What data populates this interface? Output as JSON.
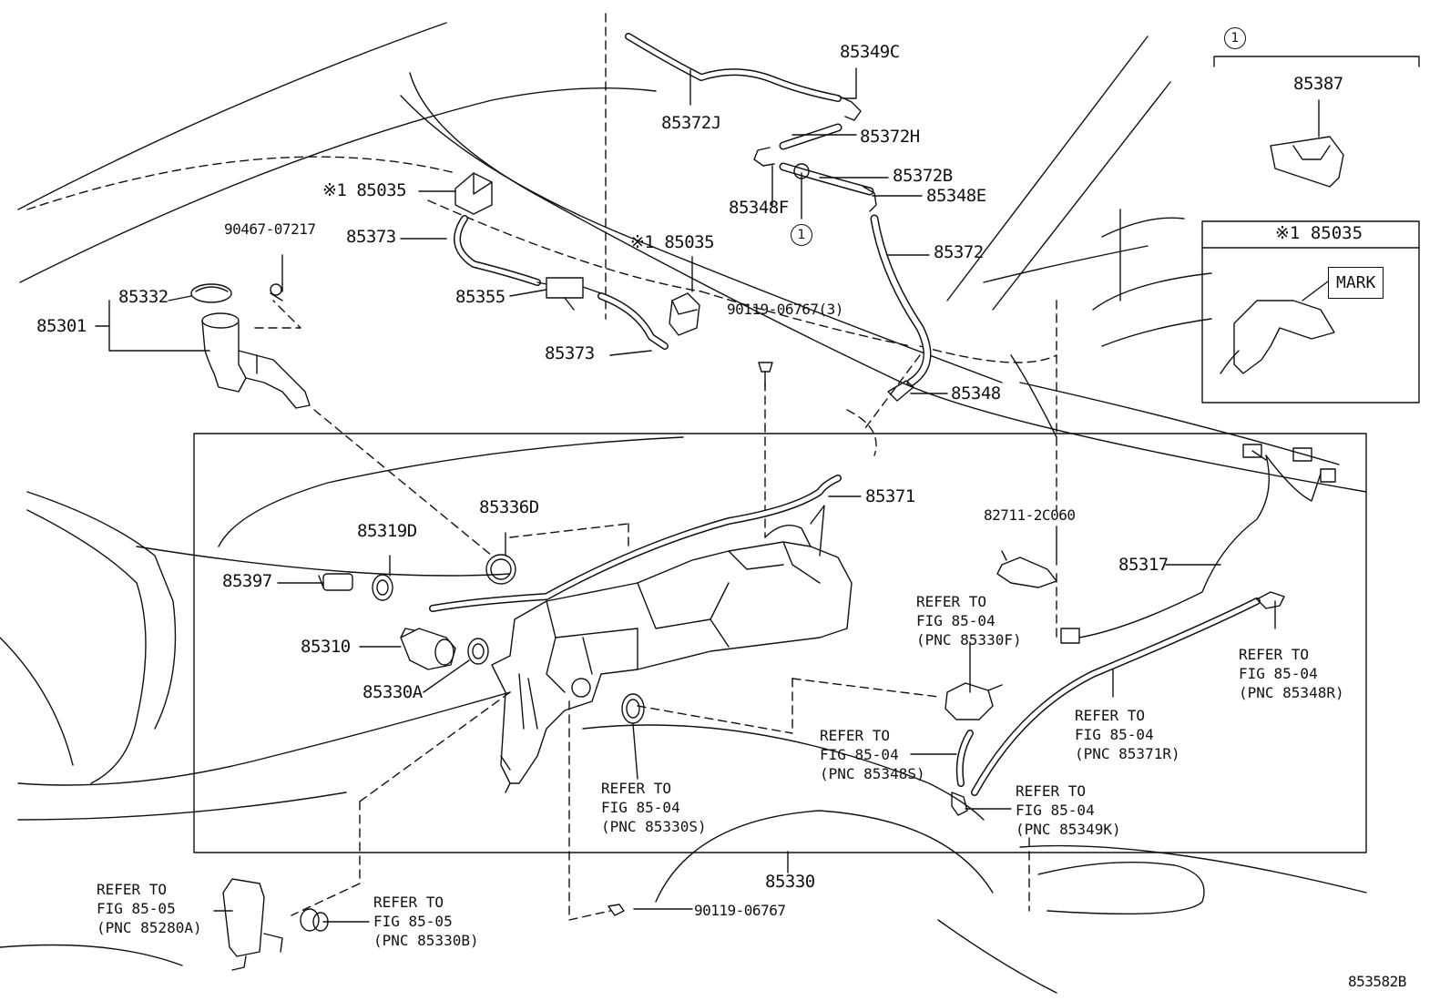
{
  "figure_code": "853582B",
  "circle_marker": "1",
  "footnote_marker": "※1",
  "parts": {
    "p85349C": "85349C",
    "p85372J": "85372J",
    "p85372H": "85372H",
    "p85372B": "85372B",
    "p85348F": "85348F",
    "p85348E": "85348E",
    "p85372": "85372",
    "p85035_a": "85035",
    "p85035_b": "85035",
    "p90467": "90467-07217",
    "p85373_a": "85373",
    "p85373_b": "85373",
    "p85332": "85332",
    "p85301": "85301",
    "p85355": "85355",
    "p90119_3": "90119-06767(3)",
    "p85348": "85348",
    "p85371": "85371",
    "p85336D": "85336D",
    "p85319D": "85319D",
    "p85397": "85397",
    "p82711": "82711-2C060",
    "p85317": "85317",
    "p85310": "85310",
    "p85330A": "85330A",
    "p85330": "85330",
    "p90119": "90119-06767",
    "p85387": "85387"
  },
  "inset_85035": {
    "marker": "※1",
    "title": "85035",
    "mark_label": "MARK"
  },
  "refs": {
    "r85330F": [
      "REFER TO",
      "FIG 85-04",
      "(PNC 85330F)"
    ],
    "r85348R": [
      "REFER TO",
      "FIG 85-04",
      "(PNC 85348R)"
    ],
    "r85371R": [
      "REFER TO",
      "FIG 85-04",
      "(PNC 85371R)"
    ],
    "r85348S": [
      "REFER TO",
      "FIG 85-04",
      "(PNC 85348S)"
    ],
    "r85330S": [
      "REFER TO",
      "FIG 85-04",
      "(PNC 85330S)"
    ],
    "r85349K": [
      "REFER TO",
      "FIG 85-04",
      "(PNC 85349K)"
    ],
    "r85280A": [
      "REFER TO",
      "FIG 85-05",
      "(PNC 85280A)"
    ],
    "r85330B": [
      "REFER TO",
      "FIG 85-05",
      "(PNC 85330B)"
    ]
  }
}
